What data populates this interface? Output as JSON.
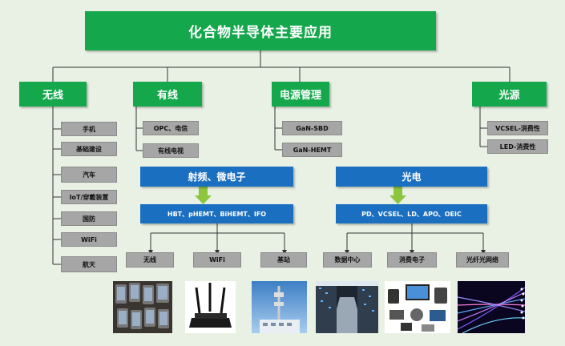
{
  "title": "化合物半导体主要应用",
  "categories": {
    "wireless": {
      "label": "无线",
      "items": [
        "手机",
        "基础建设",
        "汽车",
        "IoT/穿戴装置",
        "国防",
        "WiFi",
        "航天"
      ]
    },
    "wired": {
      "label": "有线",
      "items": [
        "OPC、电信",
        "有线电视"
      ]
    },
    "power": {
      "label": "电源管理",
      "items": [
        "GaN-SBD",
        "GaN-HEMT"
      ]
    },
    "light": {
      "label": "光源",
      "items": [
        "VCSEL-消费性",
        "LED-消费性"
      ]
    }
  },
  "rf": {
    "label": "射频、微电子",
    "tech": "HBT、pHEMT、BiHEMT、IFO",
    "apps": [
      "无线",
      "WiFi",
      "基站"
    ]
  },
  "opto": {
    "label": "光电",
    "tech": "PD、VCSEL、LD、APO、OEIC",
    "apps": [
      "数据中心",
      "消费电子",
      "光纤光网络"
    ]
  },
  "photos": [
    "phones-photo",
    "router-photo",
    "tower-photo",
    "datacenter-photo",
    "devices-photo",
    "fiber-photo"
  ],
  "colors": {
    "green": "#14a74b",
    "blue": "#1a6fc0",
    "gray": "#a6a6a6",
    "arrow": "#8cc63f",
    "background": "#e9f1e4"
  }
}
